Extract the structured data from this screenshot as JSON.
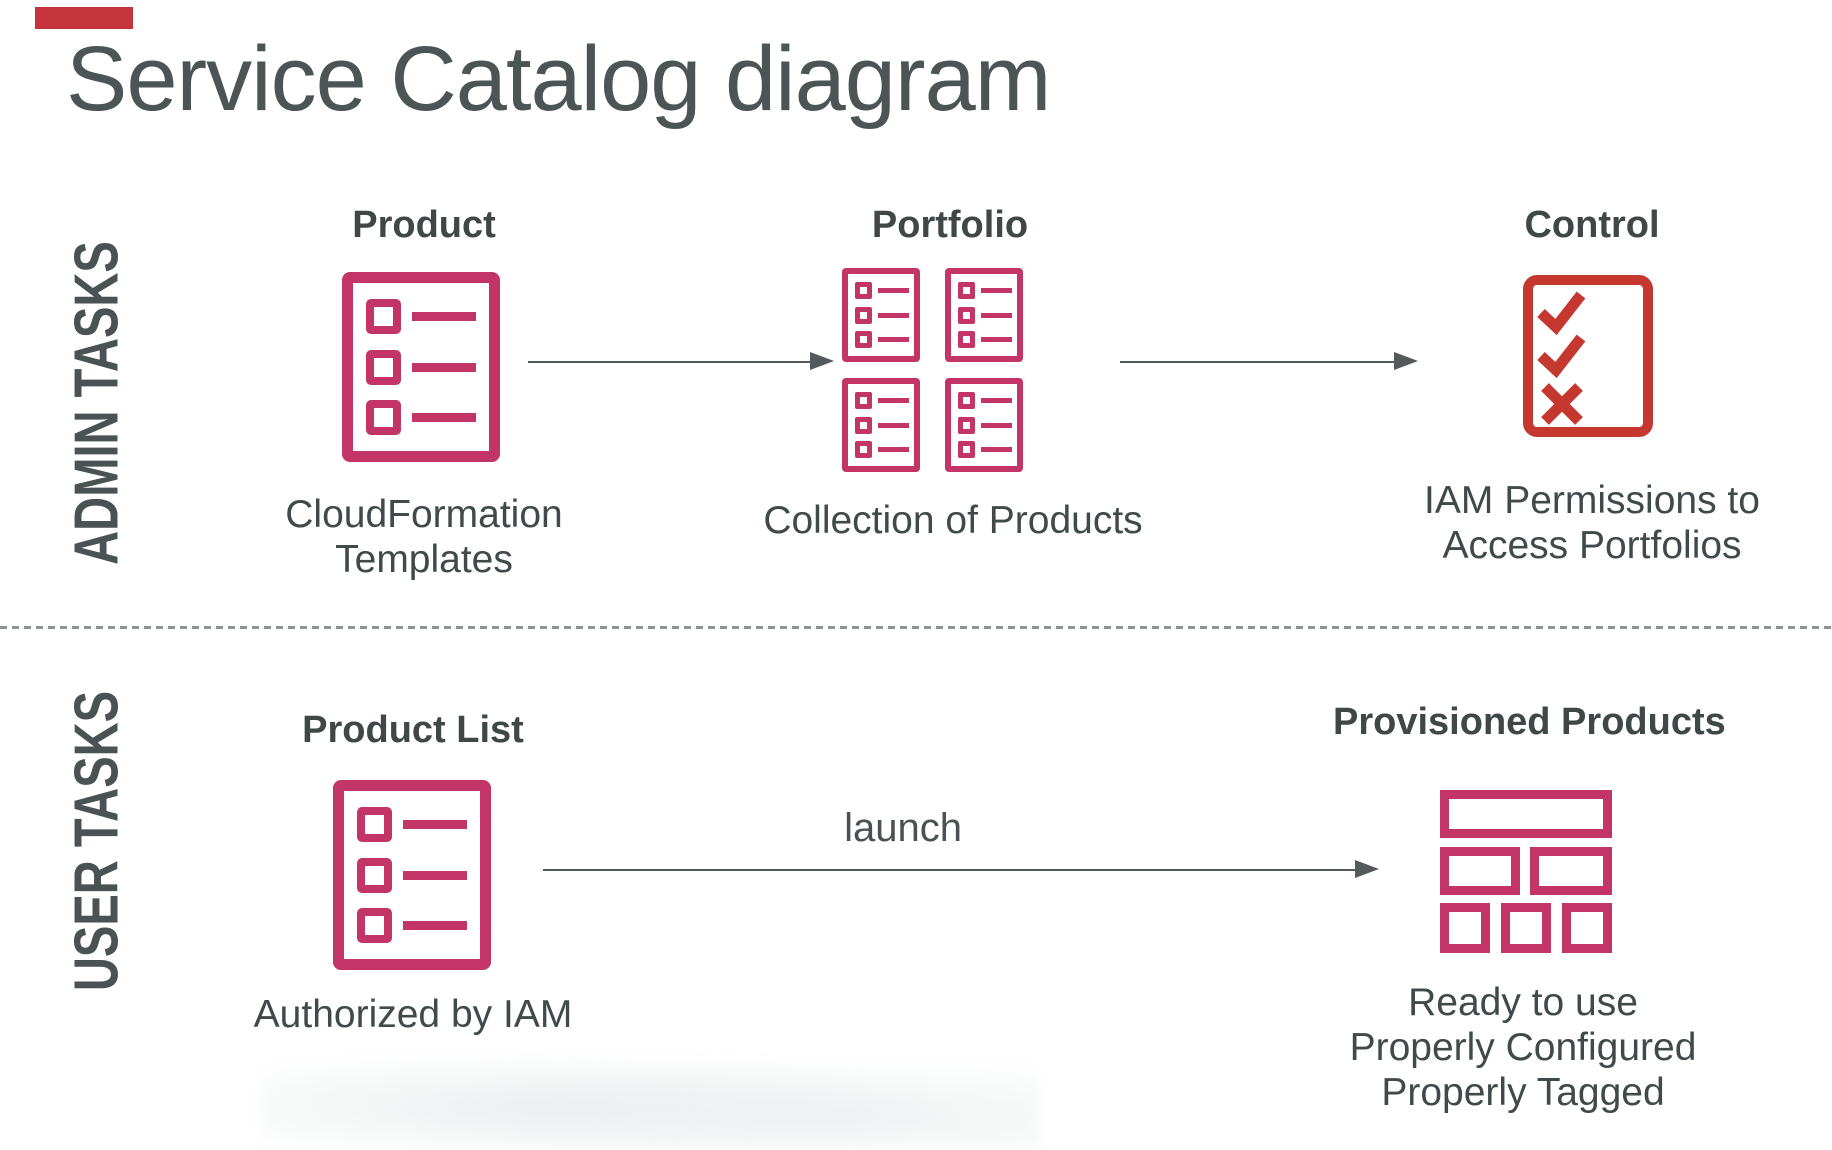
{
  "title": "Service Catalog diagram",
  "rows": {
    "admin": {
      "label": "ADMIN TASKS"
    },
    "user": {
      "label": "USER TASKS"
    }
  },
  "admin": {
    "product": {
      "heading": "Product",
      "caption": [
        "CloudFormation",
        "Templates"
      ]
    },
    "portfolio": {
      "heading": "Portfolio",
      "caption": [
        "Collection of Products"
      ]
    },
    "control": {
      "heading": "Control",
      "caption": [
        "IAM Permissions to",
        "Access Portfolios"
      ]
    }
  },
  "user": {
    "product_list": {
      "heading": "Product List",
      "caption": [
        "Authorized by IAM"
      ]
    },
    "launch_label": "launch",
    "provisioned": {
      "heading": "Provisioned Products",
      "caption": [
        "Ready to use",
        "Properly Configured",
        "Properly Tagged"
      ]
    }
  },
  "icons": {
    "product": "list-document-icon",
    "portfolio": "grid-of-list-documents-icon",
    "control": "checklist-icon",
    "provisioned": "stacked-bricks-icon"
  },
  "colors": {
    "pink": "#c23566",
    "red": "#c5382f",
    "accent_bar": "#c5343c",
    "text": "#414a4b",
    "arrow": "#54595b"
  }
}
